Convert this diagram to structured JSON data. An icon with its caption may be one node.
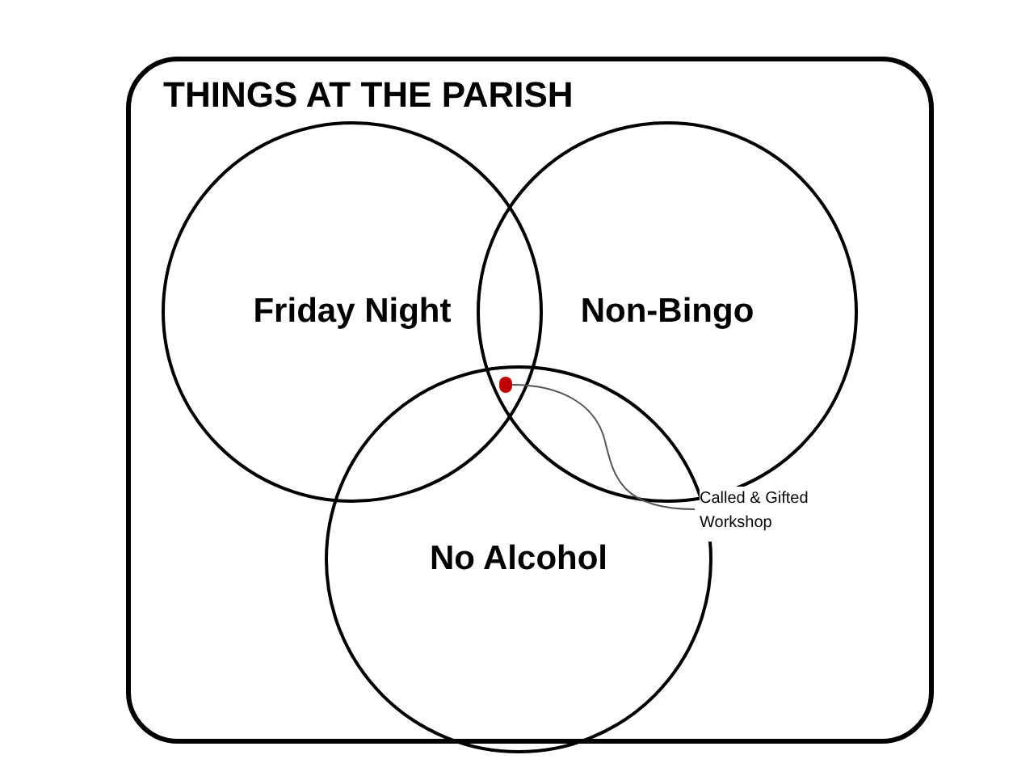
{
  "diagram": {
    "nodes": [
      {
        "text": [
          "THINGS AT THE PARISH"
        ]
      },
      {
        "text": [
          "Friday Night"
        ],
        "in": 0
      },
      {
        "text": [
          "Non-Bingo"
        ],
        "in": 0
      },
      {
        "text": [
          "No Alcohol"
        ],
        "in": 0
      },
      {
        "text": [],
        "shape": "circle"
      },
      {
        "text": [
          "Called & Gifted Workshop"
        ],
        "in": 0
      }
    ],
    "edges": [
      {
        "from": 5,
        "to": 4,
        "arrow": "none"
      }
    ]
  }
}
